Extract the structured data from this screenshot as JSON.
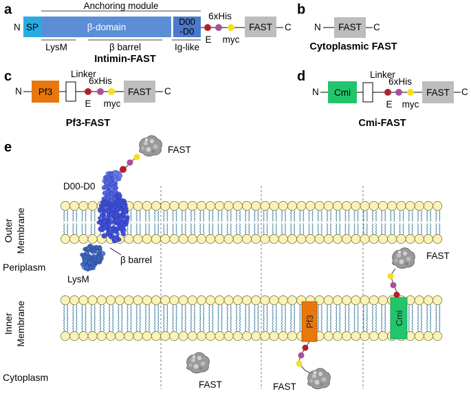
{
  "panels": {
    "a": "a",
    "b": "b",
    "c": "c",
    "d": "d",
    "e": "e"
  },
  "colors": {
    "sp": "#29ABE2",
    "beta_domain": "#5B8ED6",
    "d00": "#4A79C9",
    "fast": "#BDBDBD",
    "pf3": "#E8770E",
    "cmi": "#22C56B",
    "e_tag": "#B3202A",
    "his_tag": "#A8509A",
    "myc_tag": "#F5DE1E",
    "lipid_head": "#FBF2B5",
    "lipid_tail": "#3C7F9E",
    "protein_blue": "#3F4FD9"
  },
  "intimin_fast": {
    "anchoring_module": "Anchoring module",
    "n": "N",
    "c": "C",
    "sp": "SP",
    "beta_domain": "β-domain",
    "d00_line1": "D00",
    "d00_line2": "-D0",
    "his": "6xHis",
    "e": "E",
    "myc": "myc",
    "fast": "FAST",
    "lysm": "LysM",
    "beta_barrel": "β barrel",
    "ig_like": "Ig-like",
    "title": "Intimin-FAST"
  },
  "cytoplasmic_fast": {
    "n": "N",
    "fast": "FAST",
    "c": "C",
    "title": "Cytoplasmic FAST"
  },
  "pf3_fast": {
    "n": "N",
    "pf3": "Pf3",
    "linker": "Linker",
    "his": "6xHis",
    "e": "E",
    "myc": "myc",
    "fast": "FAST",
    "c": "C",
    "title": "Pf3-FAST"
  },
  "cmi_fast": {
    "n": "N",
    "cmi": "Cmi",
    "linker": "Linker",
    "his": "6xHis",
    "e": "E",
    "myc": "myc",
    "fast": "FAST",
    "c": "C",
    "title": "Cmi-FAST"
  },
  "panel_e": {
    "outer_line1": "Outer",
    "outer_line2": "Membrane",
    "inner_line1": "Inner",
    "inner_line2": "Membrane",
    "periplasm": "Periplasm",
    "cytoplasm": "Cytoplasm",
    "d00_d0": "D00-D0",
    "beta_barrel": "β barrel",
    "lysm": "LysM",
    "fast_top": "FAST",
    "fast_right": "FAST",
    "fast_cyto": "FAST",
    "fast_pf3": "FAST",
    "pf3": "Pf3",
    "cmi": "Cmi"
  }
}
